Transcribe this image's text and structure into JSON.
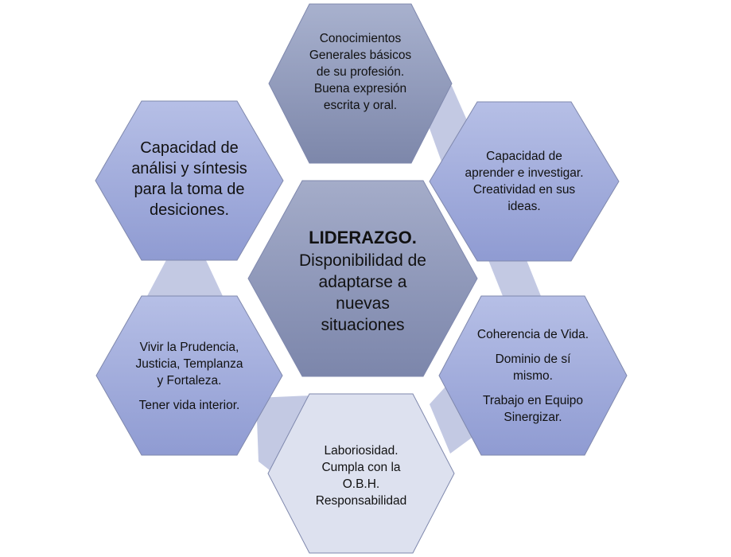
{
  "colors": {
    "connector": "#c3c9e3",
    "edge": "#7f88ad",
    "top_light": "#a8b1ce",
    "top_dark": "#7d87aa",
    "side_light": "#b6bfe6",
    "side_dark": "#8f9bd2",
    "center_light": "#a4acc9",
    "center_dark": "#7c86ab",
    "bottom_fill": "#dde1ef",
    "text": "#111111"
  },
  "center": {
    "title": "LIDERAZGO.",
    "lines": [
      "Disponibilidad  de",
      "adaptarse a",
      "nuevas",
      "situaciones"
    ]
  },
  "top": {
    "lines": [
      "Conocimientos",
      "Generales básicos",
      "de su profesión.",
      "Buena expresión",
      "escrita y oral."
    ]
  },
  "upper_right": {
    "lines": [
      "Capacidad de",
      "aprender e investigar.",
      "Creatividad en sus",
      "ideas."
    ]
  },
  "lower_right": {
    "p1": "Coherencia de Vida.",
    "p2": [
      "Dominio de sí",
      "mismo."
    ],
    "p3": [
      "Trabajo en Equipo",
      "Sinergizar."
    ]
  },
  "bottom": {
    "lines": [
      "Laboriosidad.",
      "Cumpla con la",
      "O.B.H.",
      "Responsabilidad"
    ]
  },
  "lower_left": {
    "p1": [
      "Vivir  la Prudencia,",
      "Justicia,  Templanza",
      "y Fortaleza."
    ],
    "p2": "Tener  vida interior."
  },
  "upper_left": {
    "lines": [
      "Capacidad de",
      "análisi y síntesis",
      "para la toma de",
      "desiciones."
    ]
  }
}
